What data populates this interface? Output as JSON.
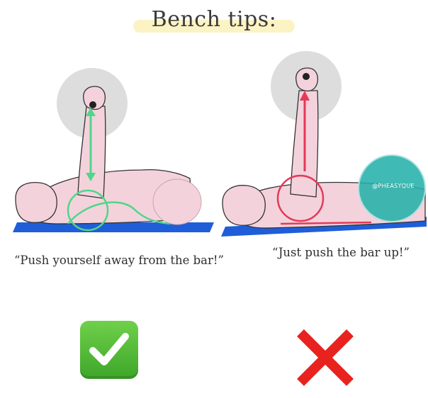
{
  "title": "Bench tips:",
  "left": {
    "caption": "“Push yourself away from the bar!”",
    "verdict_icon": "green-check-icon",
    "accent": "#4fd68a"
  },
  "right": {
    "caption": "“Just push the bar up!”",
    "verdict_icon": "red-cross-icon",
    "accent": "#e43a57"
  },
  "watermark": "@PHEASYQUE",
  "colors": {
    "bench": "#1f5ed8",
    "skin": "#f4d2dc",
    "weight": "#d9d9d9"
  }
}
